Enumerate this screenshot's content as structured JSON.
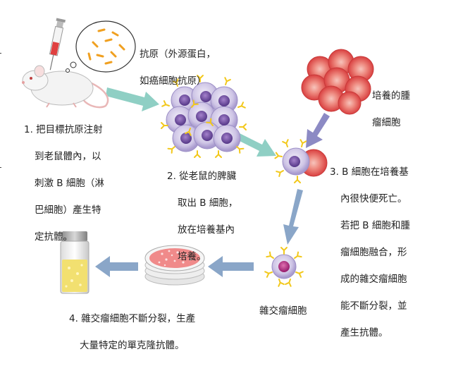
{
  "labels": {
    "antigen": [
      "抗原（外源蛋白，",
      "如癌細胞抗原）"
    ],
    "tumor": [
      "培養的腫",
      "瘤細胞"
    ],
    "step1": [
      "1. 把目標抗原注射",
      "到老鼠體內，以",
      "刺激 B 細胞（淋",
      "巴細胞）產生特",
      "定抗體。"
    ],
    "step2": [
      "2. 從老鼠的脾臟",
      "取出 B 細胞，",
      "放在培養基內",
      "培養。"
    ],
    "step3": [
      "3. B 細胞在培養基",
      "內很快便死亡。",
      "若把 B 細胞和腫",
      "瘤細胞融合，形",
      "成的雜交瘤細胞",
      "能不斷分裂，並",
      "產生抗體。"
    ],
    "hybridoma": "雜交瘤細胞",
    "step4": [
      "4. 雜交瘤細胞不斷分裂，生產",
      "大量特定的單克隆抗體。"
    ]
  },
  "colors": {
    "arrow_teal": "#8fcfc4",
    "arrow_blue": "#8aa6c8",
    "arrow_purple": "#8c8ac4",
    "antigen_orange": "#f0a020",
    "b_cell": "#c9bfe2",
    "b_cell_nucleus": "#7a5aa8",
    "tumor_cell": "#e05050",
    "tumor_inner": "#f2a8a0",
    "hybridoma_nucleus": "#c03a8a",
    "antibody_yellow": "#f2c81c",
    "dish_pink": "#f08a8a",
    "vial_liquid": "#f2e070"
  },
  "icons": [
    "syringe-icon",
    "mouse-icon",
    "antigen-bubble-icon",
    "b-cell-cluster-icon",
    "tumor-cell-cluster-icon",
    "fusion-cell-icon",
    "hybridoma-cell-icon",
    "petri-dish-icon",
    "antibody-vial-icon"
  ]
}
